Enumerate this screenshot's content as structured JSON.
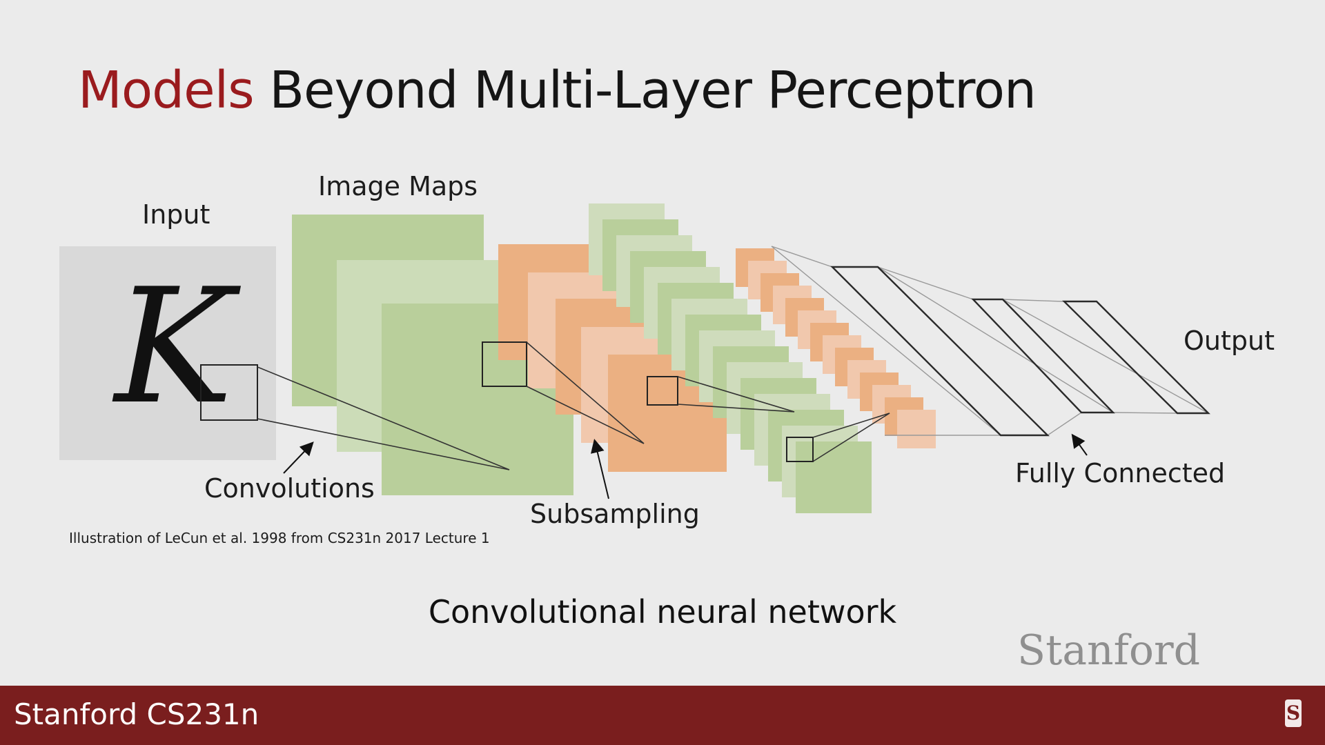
{
  "slide": {
    "title_accent": "Models",
    "title_rest": "Beyond Multi-Layer Perceptron",
    "caption": "Convolutional neural network",
    "credit": "Illustration of LeCun et al. 1998 from CS231n 2017 Lecture 1"
  },
  "diagram": {
    "input_glyph": "K",
    "labels": {
      "input": "Input",
      "image_maps": "Image Maps",
      "output": "Output",
      "convolutions": "Convolutions",
      "subsampling": "Subsampling",
      "fully_connected": "Fully Connected"
    }
  },
  "branding": {
    "wordmark": "Stanford",
    "footer_text": "Stanford CS231n",
    "footer_logo_letter": "S"
  },
  "colors": {
    "accent": "#9a1b1e",
    "footer": "#7a1e1e",
    "feature_map_green": "#b9cf9b",
    "feature_map_orange": "#ebb082"
  }
}
